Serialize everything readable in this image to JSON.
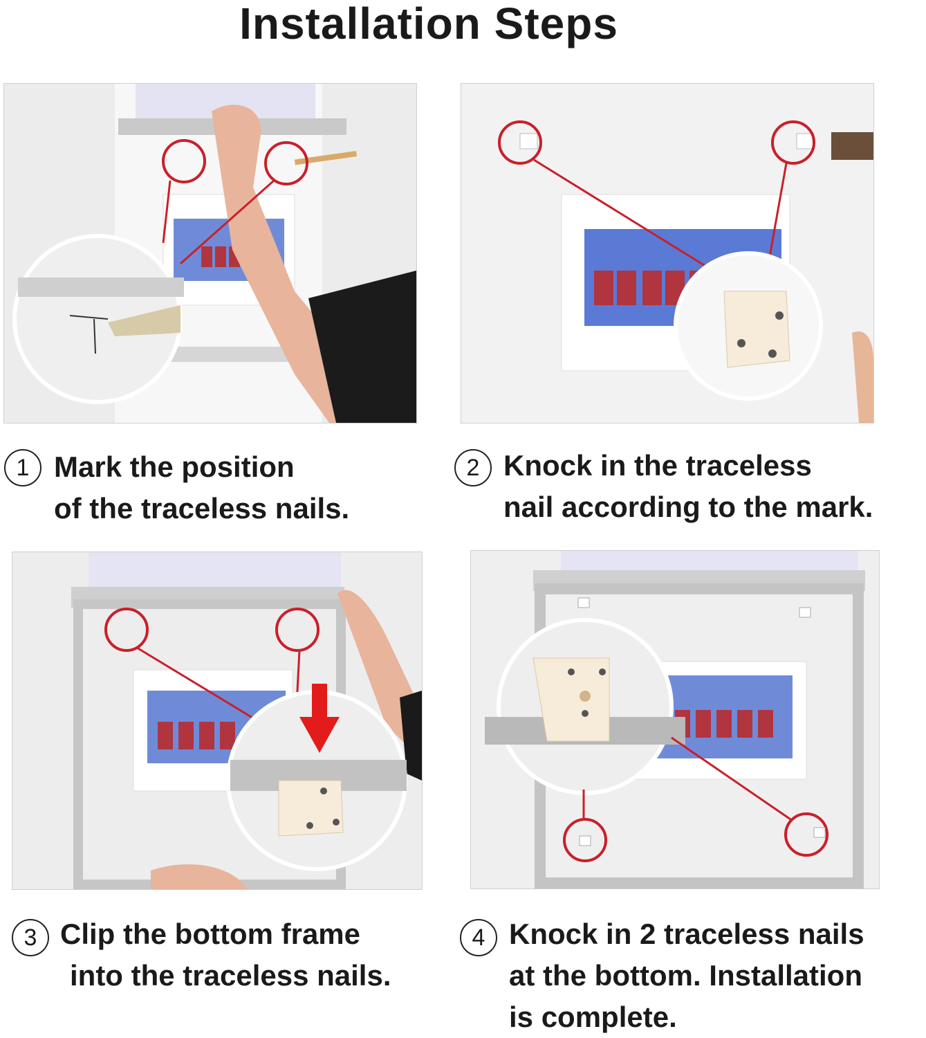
{
  "title": "Installation Steps",
  "steps": [
    {
      "number": "1",
      "lines": [
        "Mark the position",
        "of the traceless nails."
      ]
    },
    {
      "number": "2",
      "lines": [
        "Knock in the traceless",
        "nail according to the mark."
      ]
    },
    {
      "number": "3",
      "lines": [
        "Clip the bottom frame",
        "into the traceless nails."
      ]
    },
    {
      "number": "4",
      "lines": [
        "Knock in 2 traceless nails",
        "at the bottom. Installation",
        "is complete."
      ]
    }
  ],
  "colors": {
    "marker_red": "#c8202a",
    "panel_blue": "#4a6fd1",
    "breaker_red": "#b0353f"
  }
}
